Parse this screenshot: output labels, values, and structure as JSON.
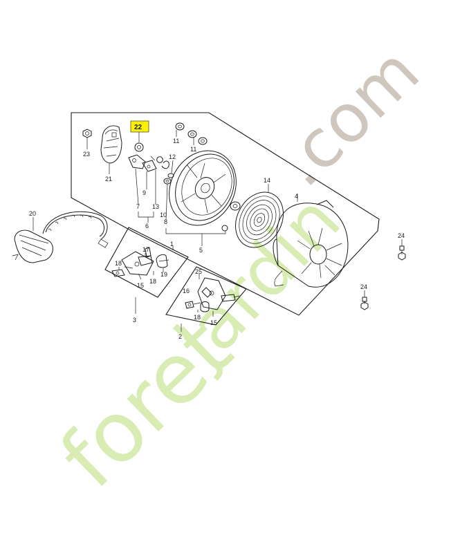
{
  "diagram": {
    "highlighted_part": "22",
    "highlight_color": "#fff200",
    "part_labels": [
      "1",
      "2",
      "3",
      "4",
      "5",
      "6",
      "7",
      "8",
      "9",
      "10",
      "11",
      "11",
      "12",
      "13",
      "14",
      "15",
      "15",
      "16",
      "17",
      "18",
      "18",
      "19",
      "20",
      "21",
      "22",
      "23",
      "24",
      "24",
      "25"
    ]
  },
  "watermark": {
    "left_text": "foret",
    "right_text": "jardin",
    "dot_com": ".com",
    "green_color": "#d8ecb4",
    "grey_color": "#cfc7bd"
  }
}
